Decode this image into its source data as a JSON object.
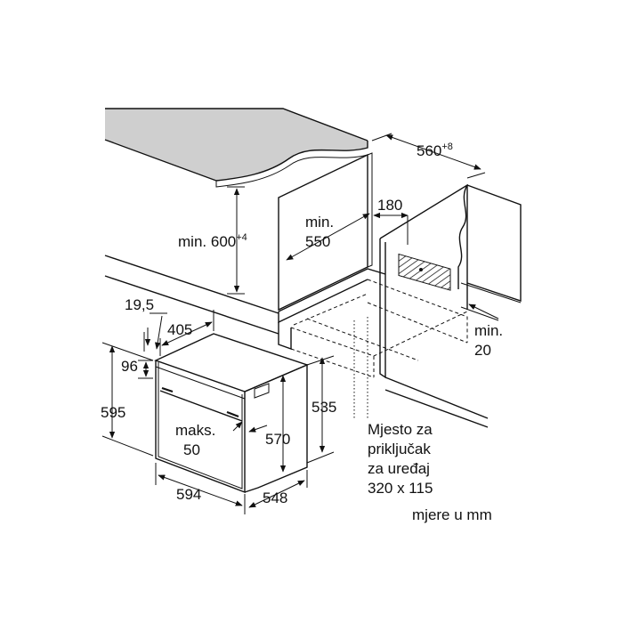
{
  "dimensions": {
    "niche_width": "560",
    "niche_width_tol": "+8",
    "min_height_prefix": "min.",
    "min_height_value": "600",
    "min_height_tol": "+4",
    "min_depth_line1": "min.",
    "min_depth_line2": "550",
    "vent_depth": "180",
    "min_gap_line1": "min.",
    "min_gap_line2": "20",
    "panel_thickness": "19,5",
    "door_depth": "405",
    "top_offset": "96",
    "total_height": "595",
    "body_height": "535",
    "inner_height": "570",
    "max_gap_line1": "maks.",
    "max_gap_line2": "50",
    "total_width": "594",
    "body_depth": "548"
  },
  "notes": {
    "connection_line1": "Mjesto za",
    "connection_line2": "priključak",
    "connection_line3": "za uređaj",
    "connection_line4": "320 x 115",
    "units": "mjere u mm"
  }
}
